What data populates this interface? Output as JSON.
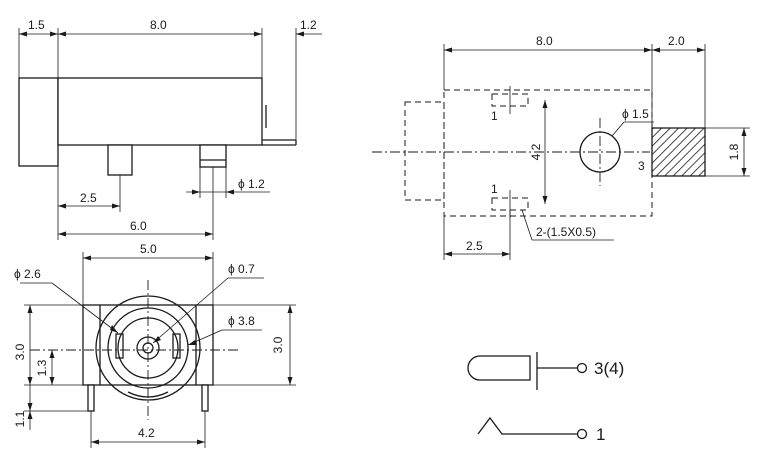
{
  "side_view": {
    "dims": {
      "left_offset": "1.5",
      "body_length": "8.0",
      "right_offset": "1.2",
      "pin_offset": "2.5",
      "pin2_offset": "6.0",
      "pin_diameter": "ϕ 1.2"
    }
  },
  "front_view": {
    "dims": {
      "width": "5.0",
      "outer_diameter": "ϕ 2.6",
      "pin_diameter": "ϕ 0.7",
      "hole_diameter": "ϕ 3.8",
      "height_left": "3.0",
      "height_right": "3.0",
      "center_height": "1.3",
      "pin_length": "1.1",
      "pin_span": "4.2"
    }
  },
  "footprint_view": {
    "dims": {
      "length": "8.0",
      "overhang": "2.0",
      "hole": "ϕ 1.5",
      "pad_span": "4.2",
      "pad_height": "1.8",
      "pad_offset": "2.5",
      "pad_size": "2-(1.5X0.5)"
    },
    "pin_labels": {
      "top": "1",
      "bottom": "1",
      "right": "3"
    }
  },
  "schematic": {
    "contact_label": "3(4)",
    "switch_label": "1"
  }
}
